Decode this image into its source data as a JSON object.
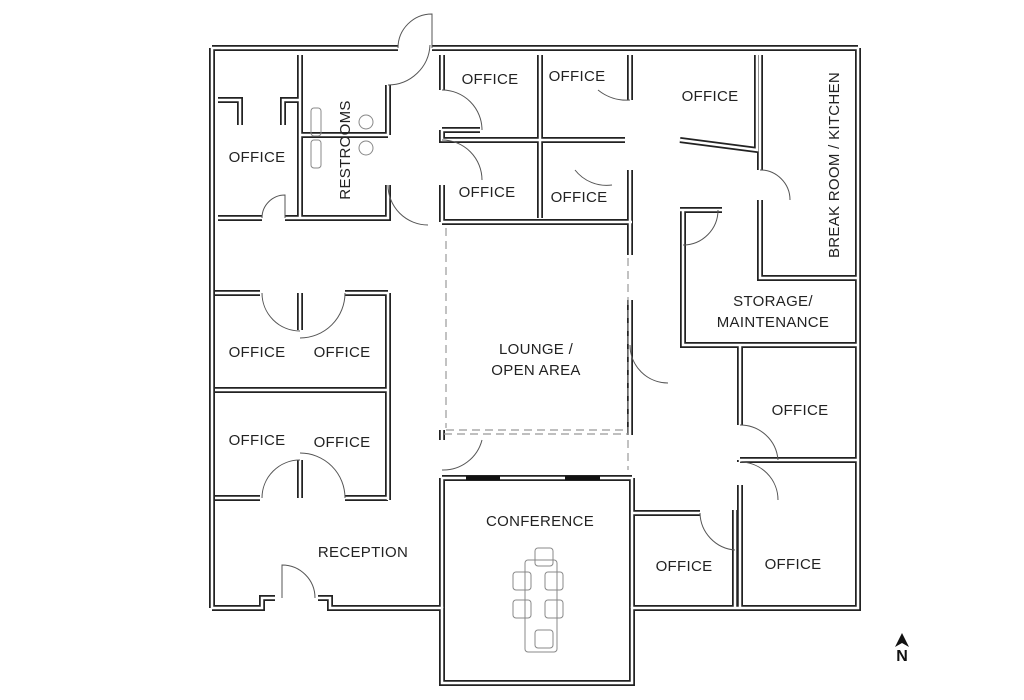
{
  "rooms": {
    "office_nw": "OFFICE",
    "restrooms": "RESTROOMS",
    "office_n1": "OFFICE",
    "office_n2": "OFFICE",
    "office_n3": "OFFICE",
    "office_n4": "OFFICE",
    "office_ne": "OFFICE",
    "break_room": "BREAK ROOM / KITCHEN",
    "storage_line1": "STORAGE/",
    "storage_line2": "MAINTENANCE",
    "office_w1": "OFFICE",
    "office_w2": "OFFICE",
    "office_w3": "OFFICE",
    "office_w4": "OFFICE",
    "lounge_line1": "LOUNGE /",
    "lounge_line2": "OPEN AREA",
    "office_e1": "OFFICE",
    "conference": "CONFERENCE",
    "reception": "RECEPTION",
    "office_s1": "OFFICE",
    "office_s2": "OFFICE"
  },
  "compass": {
    "label": "N",
    "icon": "north-arrow-icon"
  },
  "colors": {
    "wall": "#222222",
    "fixture": "#888888"
  }
}
